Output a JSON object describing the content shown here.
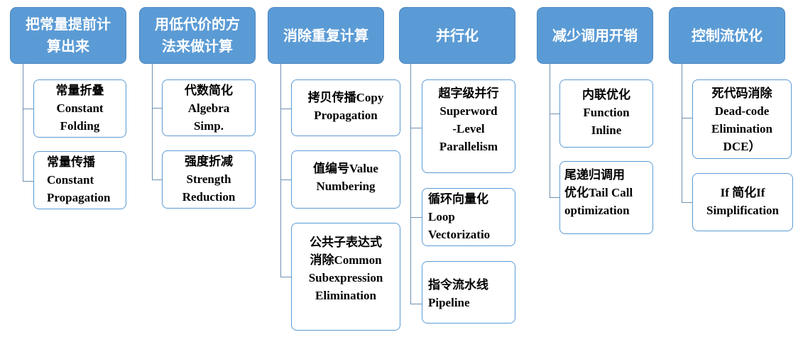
{
  "columns": [
    {
      "title": "把常量提前计\n算出来",
      "items": [
        {
          "text": "常量折叠\nConstant\nFolding"
        },
        {
          "text": "常量传播\nConstant\nPropagation"
        }
      ]
    },
    {
      "title": "用低代价的方\n法来做计算",
      "items": [
        {
          "text": "代数简化\nAlgebra\nSimp."
        },
        {
          "text": "强度折减\nStrength\nReduction"
        }
      ]
    },
    {
      "title": "消除重复计算",
      "items": [
        {
          "text": "拷贝传播Copy\nPropagation"
        },
        {
          "text": "值编号Value\nNumbering"
        },
        {
          "text": "公共子表达式\n消除Common\nSubexpression\nElimination"
        }
      ]
    },
    {
      "title": "并行化",
      "items": [
        {
          "text": "超字级并行\nSuperword\n-Level\nParallelism"
        },
        {
          "text": "循环向量化\nLoop\nVectorizatio"
        },
        {
          "text": "指令流水线\nPipeline"
        }
      ]
    },
    {
      "title": "减少调用开销",
      "items": [
        {
          "text": "内联优化\nFunction\nInline"
        },
        {
          "text": "尾递归调用\n优化Tail Call\noptimization"
        }
      ]
    },
    {
      "title": "控制流优化",
      "items": [
        {
          "text": "死代码消除\nDead-code\nElimination\nDCE）"
        },
        {
          "text": "If 简化If\nSimplification"
        }
      ]
    }
  ]
}
